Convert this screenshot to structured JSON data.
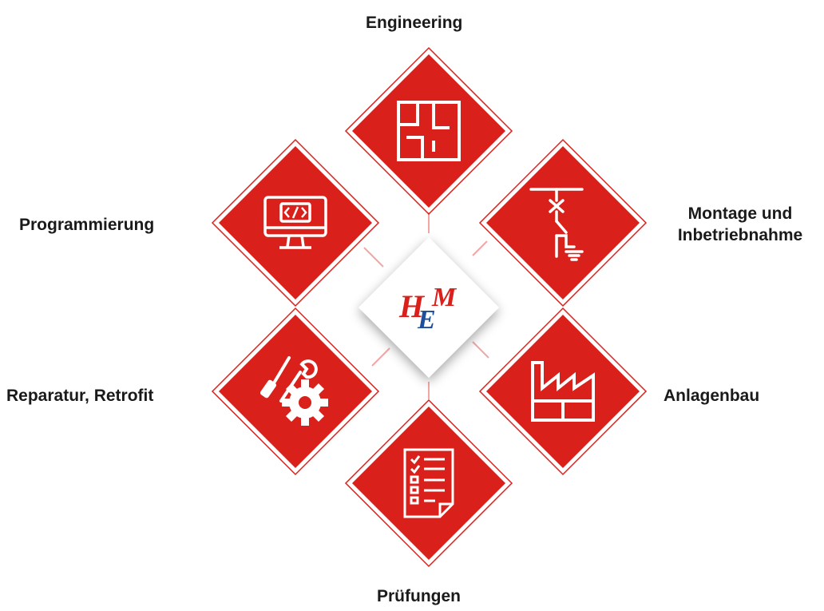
{
  "diagram": {
    "logo": {
      "h": "H",
      "e": "E",
      "m": "M"
    },
    "services": [
      {
        "label": "Engineering",
        "icon": "floor-plan-icon"
      },
      {
        "label": "Montage und\nInbetriebnahme",
        "icon": "electrical-switch-icon"
      },
      {
        "label": "Anlagenbau",
        "icon": "factory-icon"
      },
      {
        "label": "Prüfungen",
        "icon": "checklist-document-icon"
      },
      {
        "label": "Reparatur, Retrofit",
        "icon": "tools-gear-icon"
      },
      {
        "label": "Programmierung",
        "icon": "monitor-code-icon"
      }
    ]
  },
  "colors": {
    "accent_red": "#d9201b",
    "connector_red": "#f2a7a5",
    "logo_red": "#d9201b",
    "logo_blue": "#1d4f9c",
    "text": "#1a1a1a",
    "center_tile": "#ffffff"
  }
}
